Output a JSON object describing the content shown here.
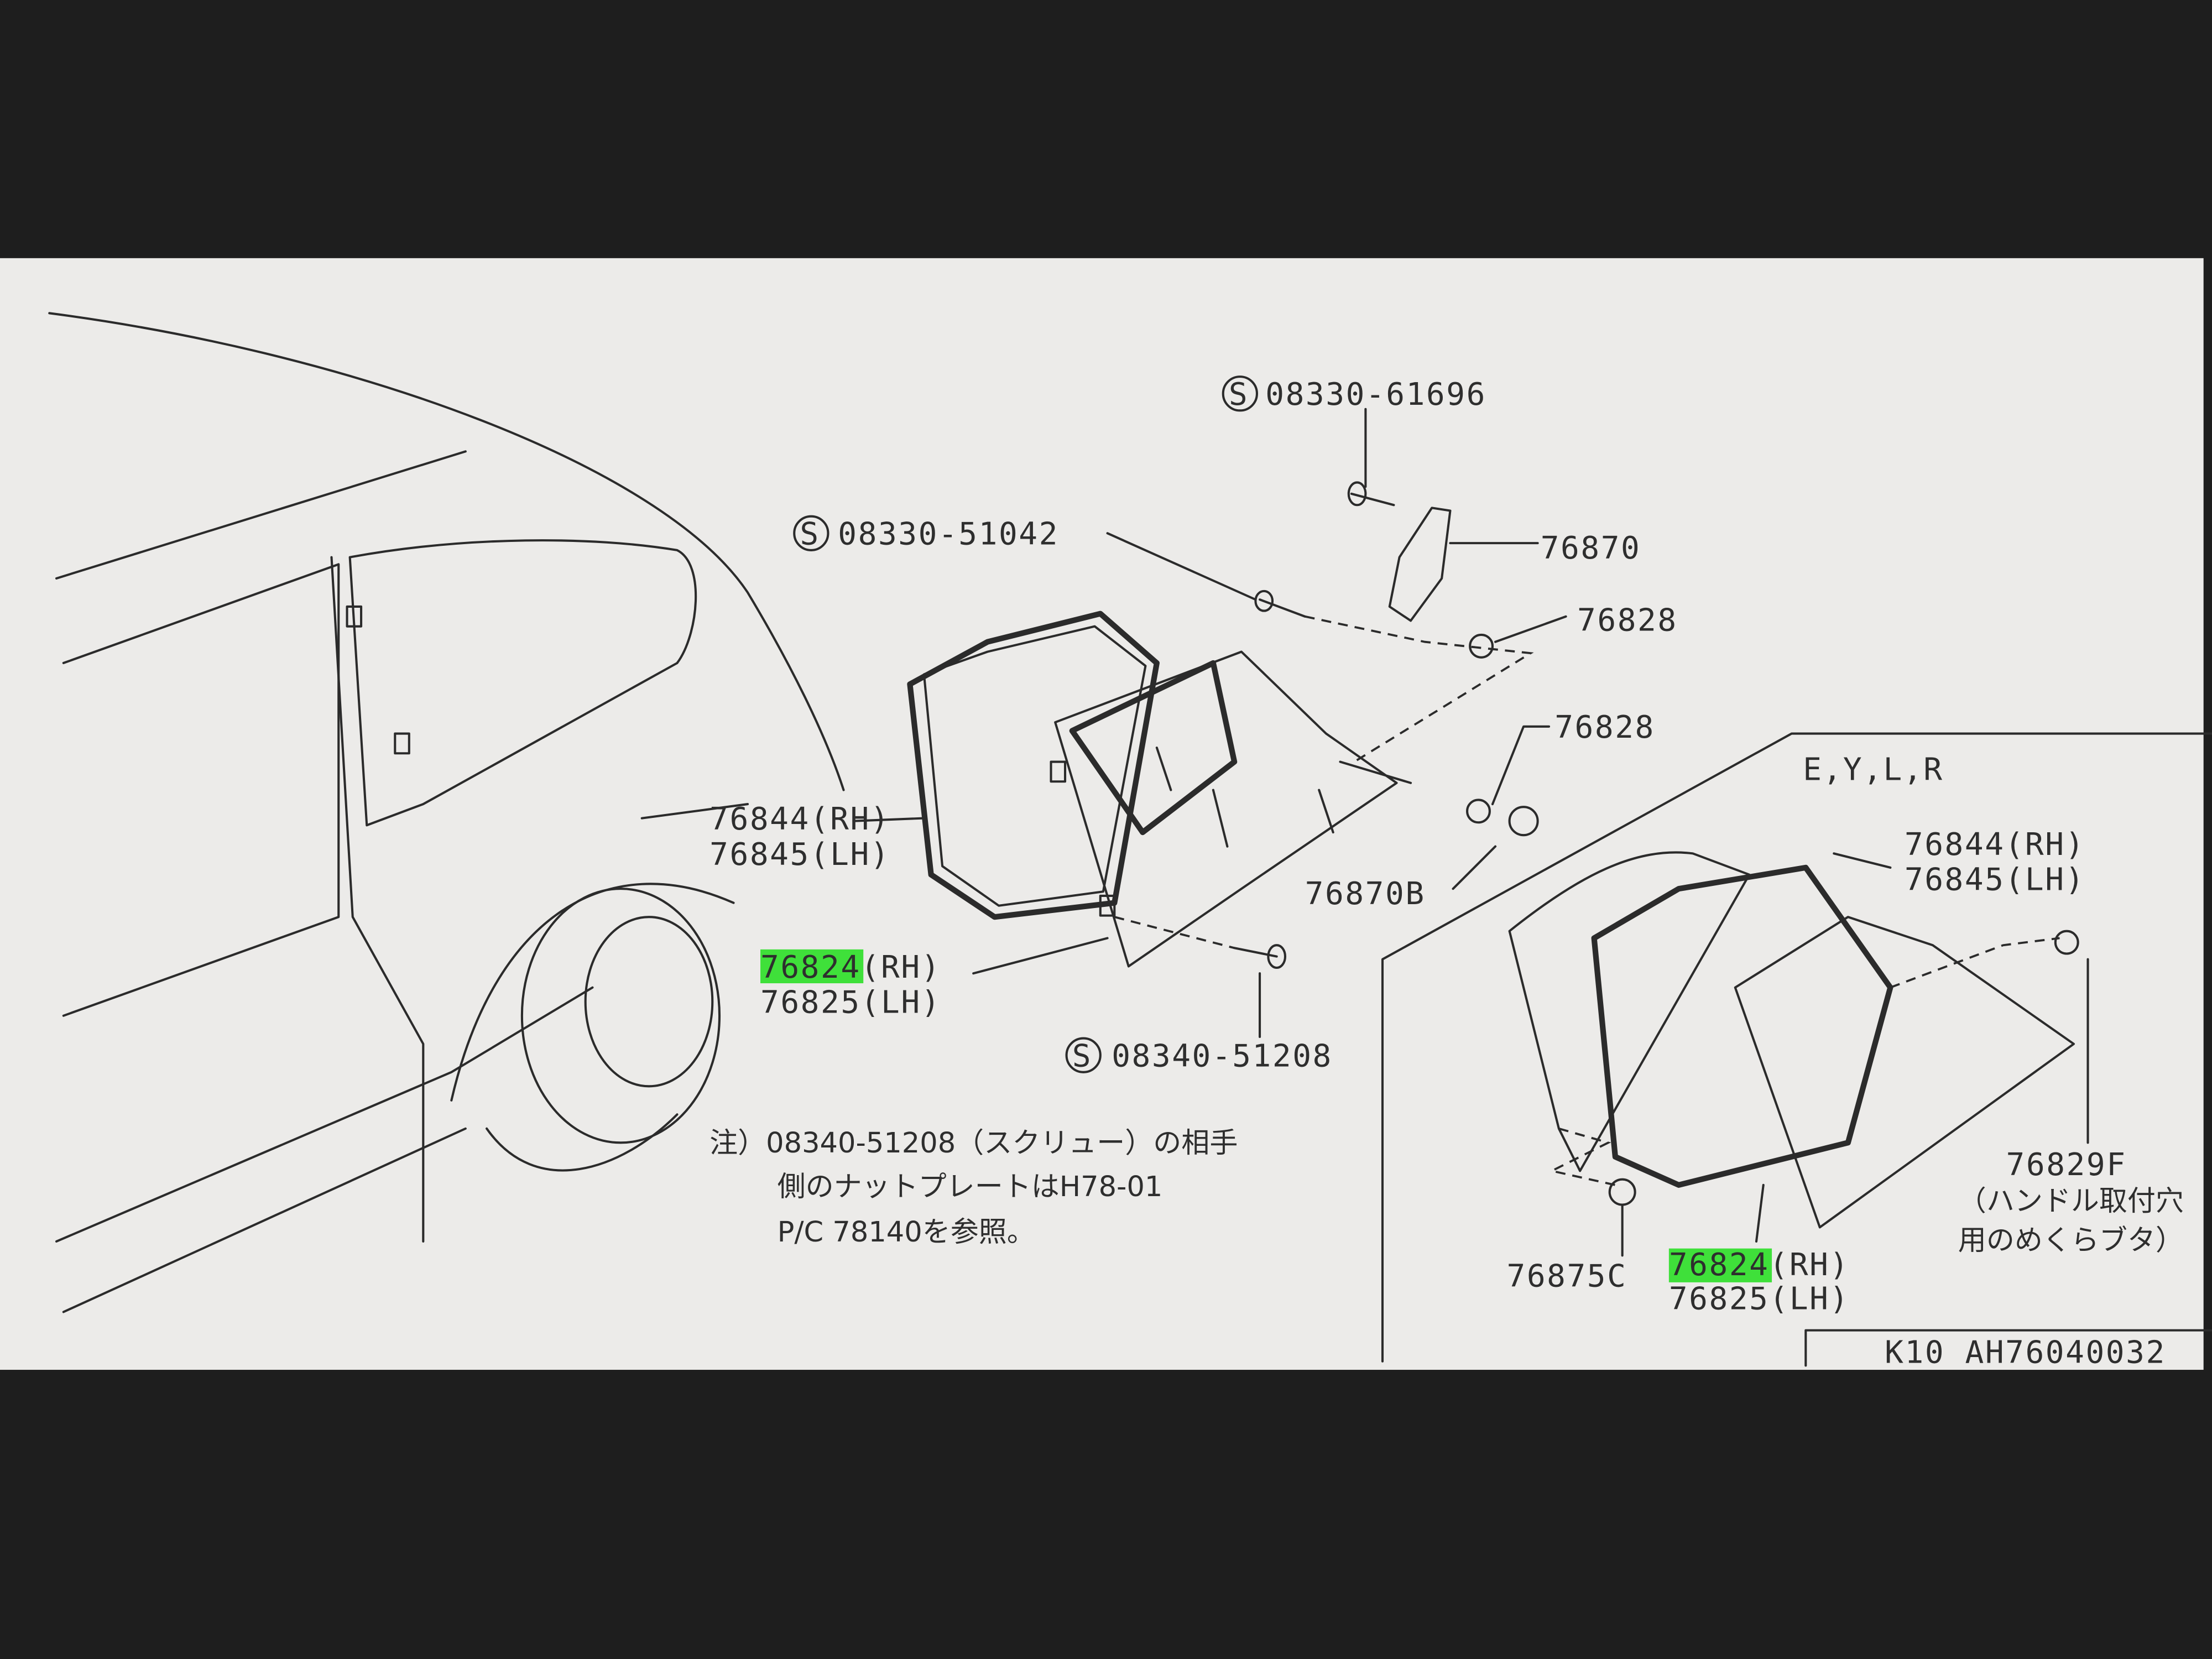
{
  "diagram": {
    "labels": {
      "screw_top": "08330-61696",
      "screw_mid": "08330-51042",
      "hinge": "76870",
      "grommet_a": "76828",
      "grommet_b": "76828",
      "weatherstrip_rh": "76844(RH)",
      "weatherstrip_lh": "76845(LH)",
      "glass_rh_highlight": "7682",
      "glass_rh_rest": "4(RH)",
      "glass_lh": "76825(LH)",
      "cap": "76870B",
      "screw_bottom": "08340-51208",
      "s_mark": "S"
    },
    "note": {
      "line1": "注）08340-51208（スクリュー）の相手",
      "line2": "側のナットプレートはH78-01",
      "line3": "P/C 78140を参照。"
    },
    "inset": {
      "title": "E,Y,L,R",
      "weatherstrip_rh": "76844(RH)",
      "weatherstrip_lh": "76845(LH)",
      "cover": "76829F",
      "cover_note1": "（ハンドル取付穴",
      "cover_note2": "用のめくらブタ）",
      "clip": "76875C",
      "glass_rh_highlight": "7682",
      "glass_rh_rest": "4(RH)",
      "glass_lh": "76825(LH)"
    },
    "title_block": "K10  AH76040032",
    "highlight_color": "#3fe03a"
  }
}
